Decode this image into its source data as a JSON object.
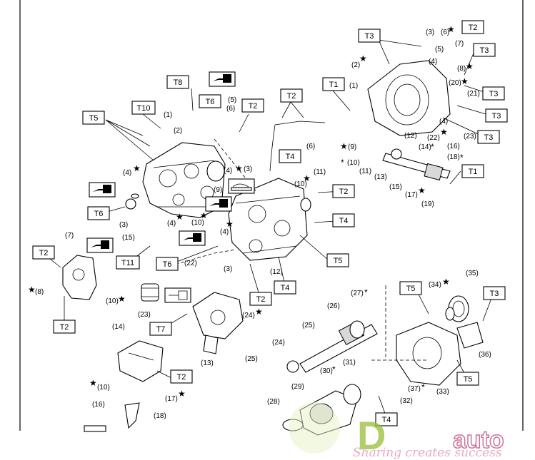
{
  "torque_labels": {
    "t1": "T1",
    "t2": "T2",
    "t3": "T3",
    "t4": "T4",
    "t5": "T5",
    "t6": "T6",
    "t7": "T7",
    "t8": "T8",
    "t10": "T10",
    "t11": "T11"
  },
  "callouts": {
    "c1": "(1)",
    "c2": "(2)",
    "c3": "(3)",
    "c4": "(4)",
    "c5": "(5)",
    "c6": "(6)",
    "c7": "(7)",
    "c8": "(8)",
    "c9": "(9)",
    "c10": "(10)",
    "c11": "(11)",
    "c12": "(12)",
    "c13": "(13)",
    "c14": "(14)",
    "c15": "(15)",
    "c16": "(16)",
    "c17": "(17)",
    "c18": "(18)",
    "c19": "(19)",
    "c20": "(20)",
    "c21": "(21)",
    "c22": "(22)",
    "c23": "(23)",
    "c24": "(24)",
    "c25": "(25)",
    "c26": "(26)",
    "c27": "(27)",
    "c28": "(28)",
    "c29": "(29)",
    "c30": "(30)",
    "c31": "(31)",
    "c32": "(32)",
    "c33": "(33)",
    "c34": "(34)",
    "c35": "(35)",
    "c36": "(36)",
    "c37": "(37)"
  },
  "marks": {
    "star": "★",
    "asterisk": "*"
  },
  "watermark": {
    "logo_d": "D",
    "logo_auto": "auto",
    "tagline": "Sharing creates success"
  },
  "colors": {
    "line": "#000000",
    "watermark_green": "#9bbf3a",
    "watermark_pink": "#c45a8a"
  }
}
